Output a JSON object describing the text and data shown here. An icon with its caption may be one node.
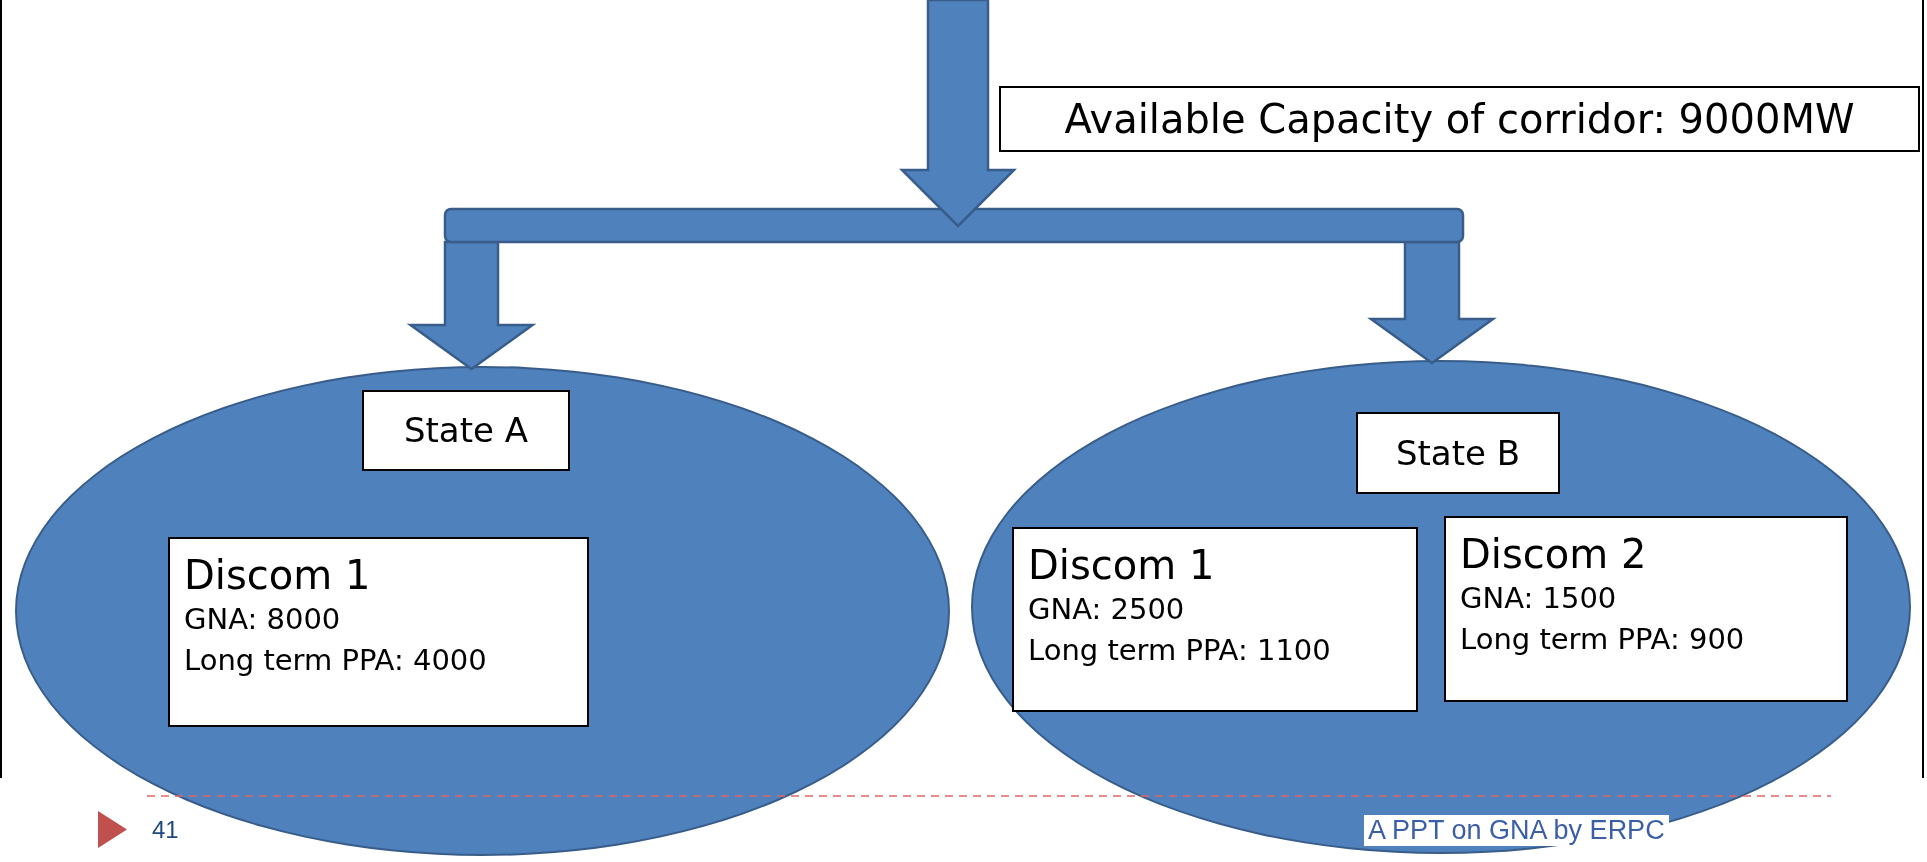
{
  "diagram": {
    "nodes": [
      {
        "text": [
          "Available Capacity of corridor: 9000MW"
        ]
      },
      {
        "text": [],
        "shape": "ellipse"
      },
      {
        "text": [
          "State A"
        ],
        "in": 1
      },
      {
        "text": [
          "Discom 1",
          "GNA: 8000",
          "Long term PPA: 4000"
        ],
        "in": 1
      },
      {
        "text": [],
        "shape": "ellipse"
      },
      {
        "text": [
          "State B"
        ],
        "in": 4
      },
      {
        "text": [
          "Discom 1",
          "GNA: 2500",
          "Long term PPA: 1100"
        ],
        "in": 4
      },
      {
        "text": [
          "Discom 2",
          "GNA: 1500",
          "Long term PPA: 900"
        ],
        "in": 4
      }
    ],
    "edges": [
      {
        "from": null,
        "to": 1,
        "arrow": "to",
        "style": "thick"
      },
      {
        "from": null,
        "to": 4,
        "arrow": "to",
        "style": "thick"
      }
    ],
    "labels": [
      "41",
      "A PPT on GNA by ERPC"
    ]
  }
}
